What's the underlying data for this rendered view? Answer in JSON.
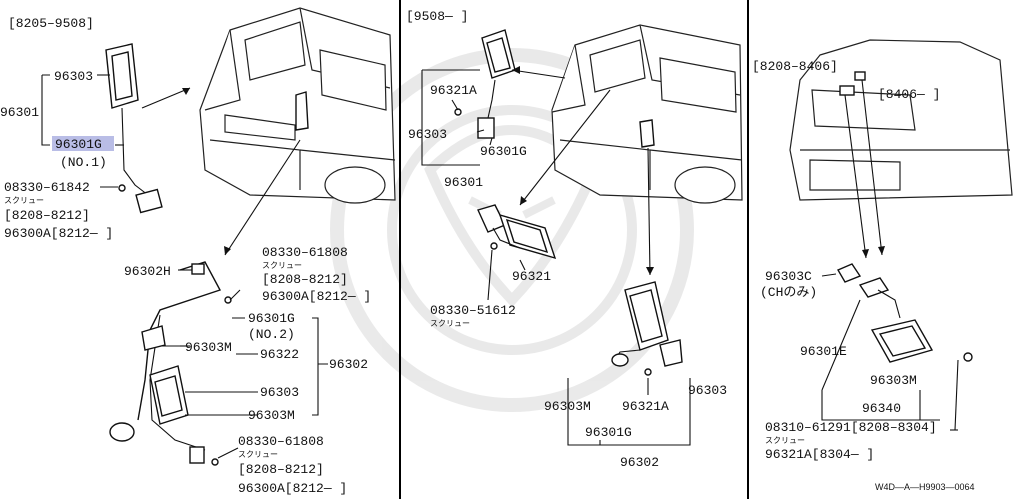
{
  "watermark_color": "#d8d8d8",
  "highlight_color": "#b9bde6",
  "panel_left": {
    "range": "[8205–9508]",
    "a_96303": "96303",
    "a_96301": "96301",
    "a_96301g": "96301G",
    "a_no1": "(NO.1)",
    "a_screw_pn": "08330–61842",
    "a_screw_kana": "スクリュー",
    "a_screw_range": "[8208–8212]",
    "a_screw_alt": "96300A[8212—    ]",
    "b_96302h": "96302H",
    "b_screw_pn": "08330–61808",
    "b_screw_kana": "スクリュー",
    "b_screw_range": "[8208–8212]",
    "b_screw_alt": "96300A[8212—    ]",
    "b_96301g": "96301G",
    "b_no2": "(NO.2)",
    "b_96303m_a": "96303M",
    "b_96322": "96322",
    "b_96302": "96302",
    "b_96303": "96303",
    "b_96303m_b": "96303M",
    "c_screw_pn": "08330–61808",
    "c_screw_kana": "スクリュー",
    "c_screw_range": "[8208–8212]",
    "c_screw_alt": "96300A[8212—    ]"
  },
  "panel_middle": {
    "range": "[9508—    ]",
    "p_96321a": "96321A",
    "p_96303": "96303",
    "p_96301g": "96301G",
    "p_96301": "96301",
    "p_96321": "96321",
    "p_screw_pn": "08330–51612",
    "p_screw_kana": "スクリュー",
    "q_96303m": "96303M",
    "q_96321a": "96321A",
    "q_96303": "96303",
    "q_96301g": "96301G",
    "q_96302": "96302"
  },
  "panel_right": {
    "range_a": "[8208–8406]",
    "range_b": "[8406—    ]",
    "r_96303c": "96303C",
    "r_ch": "(CHのみ)",
    "r_96301e": "96301E",
    "r_96303m": "96303M",
    "r_96340": "96340",
    "r_screw_pn": "08310–61291[8208–8304]",
    "r_screw_kana": "スクリュー",
    "r_screw_alt": "96321A[8304—    ]",
    "code": "W4D—A—H9903—0064"
  }
}
